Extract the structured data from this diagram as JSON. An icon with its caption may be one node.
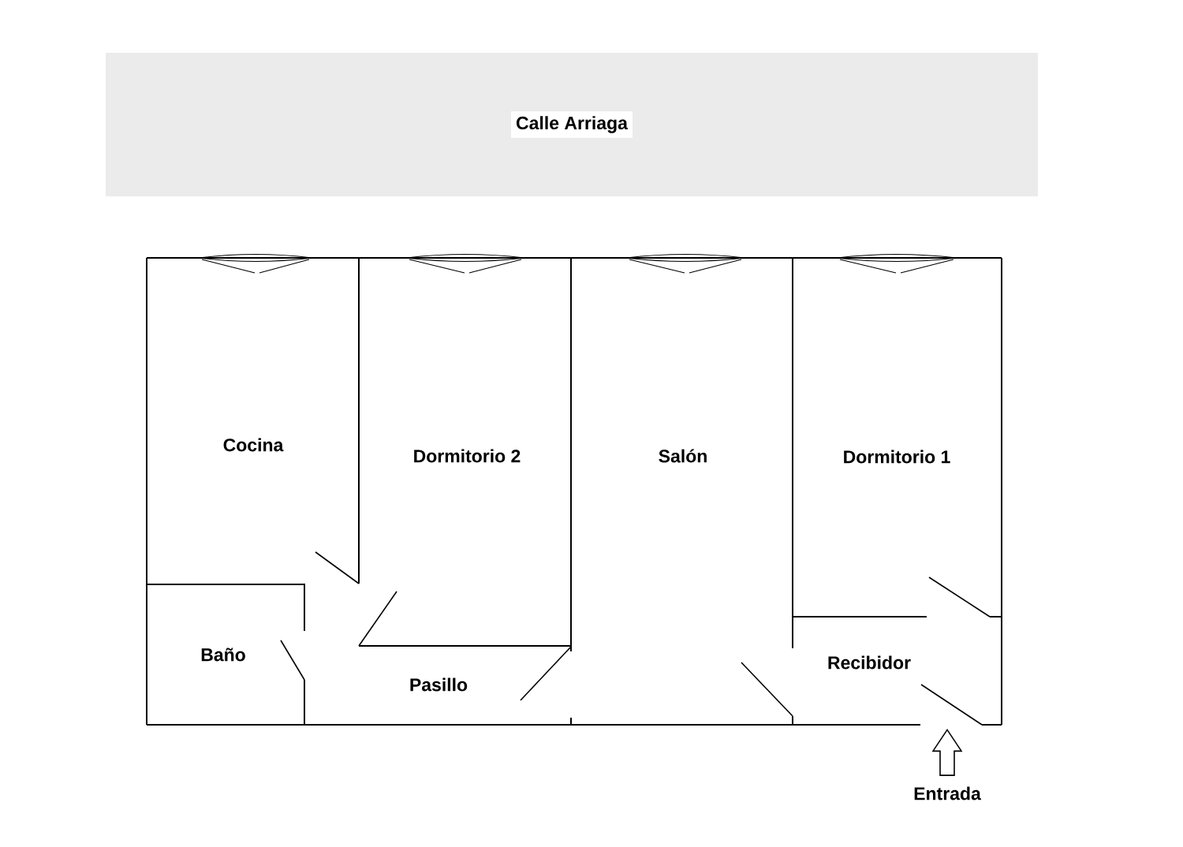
{
  "diagram": {
    "nodes": [
      {
        "text": [
          "Calle Arriaga"
        ]
      },
      {
        "text": [
          "Cocina"
        ]
      },
      {
        "text": [
          "Dormitorio 2"
        ]
      },
      {
        "text": [
          "Salón"
        ]
      },
      {
        "text": [
          "Dormitorio 1"
        ]
      },
      {
        "text": [
          "Baño"
        ]
      },
      {
        "text": [
          "Pasillo"
        ]
      },
      {
        "text": [
          "Recibidor"
        ]
      },
      {
        "text": [
          "Entrada"
        ]
      }
    ],
    "edges": [
      {
        "from": 8,
        "to": 7,
        "arrow": "to"
      }
    ]
  }
}
